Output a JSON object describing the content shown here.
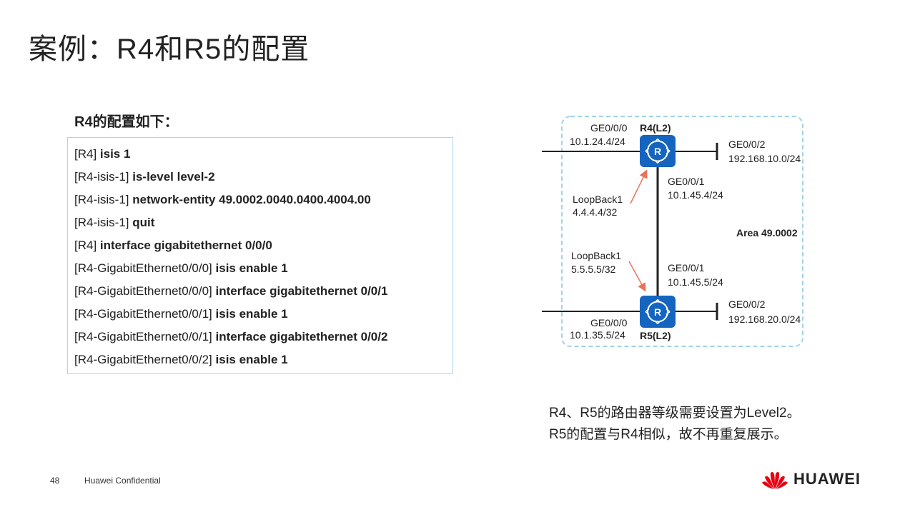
{
  "title": "案例：R4和R5的配置",
  "config": {
    "heading": "R4的配置如下：",
    "lines": [
      {
        "prompt": "[R4] ",
        "cmd": "isis 1"
      },
      {
        "prompt": "[R4-isis-1] ",
        "cmd": "is-level level-2"
      },
      {
        "prompt": "[R4-isis-1] ",
        "cmd": "network-entity 49.0002.0040.0400.4004.00"
      },
      {
        "prompt": "[R4-isis-1] ",
        "cmd": "quit"
      },
      {
        "prompt": "[R4] ",
        "cmd": "interface gigabitethernet 0/0/0"
      },
      {
        "prompt": "[R4-GigabitEthernet0/0/0] ",
        "cmd": "isis enable 1"
      },
      {
        "prompt": "[R4-GigabitEthernet0/0/0] ",
        "cmd": "interface gigabitethernet 0/0/1"
      },
      {
        "prompt": "[R4-GigabitEthernet0/0/1] ",
        "cmd": "isis enable 1"
      },
      {
        "prompt": "[R4-GigabitEthernet0/0/1] ",
        "cmd": "interface gigabitethernet 0/0/2"
      },
      {
        "prompt": "[R4-GigabitEthernet0/0/2] ",
        "cmd": "isis enable 1"
      }
    ]
  },
  "diagram": {
    "r4_label": "R4(L2)",
    "r5_label": "R5(L2)",
    "r4_ge000": "GE0/0/0",
    "r4_ge000_ip": "10.1.24.4/24",
    "r4_ge002": "GE0/0/2",
    "r4_ge002_ip": "192.168.10.0/24",
    "r4_ge001": "GE0/0/1",
    "r4_ge001_ip": "10.1.45.4/24",
    "r4_loopback": "LoopBack1",
    "r4_loopback_ip": "4.4.4.4/32",
    "area": "Area 49.0002",
    "r5_loopback": "LoopBack1",
    "r5_loopback_ip": "5.5.5.5/32",
    "r5_ge001": "GE0/0/1",
    "r5_ge001_ip": "10.1.45.5/24",
    "r5_ge002": "GE0/0/2",
    "r5_ge002_ip": "192.168.20.0/24",
    "r5_ge000": "GE0/0/0",
    "r5_ge000_ip": "10.1.35.5/24",
    "router_glyph": "R",
    "router_color": "#1565c0",
    "area_border_color": "#9fd3ef",
    "arrow_color": "#e8735a"
  },
  "note": {
    "line1": "R4、R5的路由器等级需要设置为Level2。",
    "line2": "R5的配置与R4相似，故不再重复展示。"
  },
  "footer": {
    "page_number": "48",
    "confidential": "Huawei Confidential",
    "brand": "HUAWEI",
    "logo_icon": "huawei-logo-icon",
    "logo_color": "#e60012"
  }
}
